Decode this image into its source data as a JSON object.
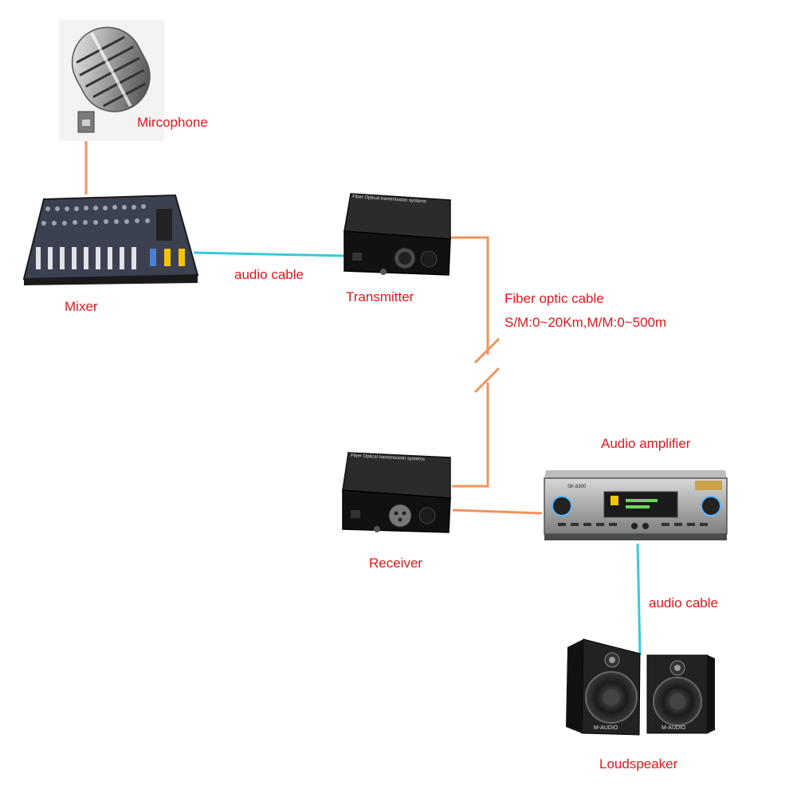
{
  "colors": {
    "label_red": "#e4161b",
    "orange_cable": "#f2935c",
    "cyan_cable": "#33ccdd",
    "text_dark": "#222222"
  },
  "labels": {
    "microphone": "Mircophone",
    "mixer": "Mixer",
    "audio_cable_1": "audio cable",
    "transmitter": "Transmitter",
    "fiber_title": "Fiber optic cable",
    "fiber_spec": "S/M:0~20Km,M/M:0~500m",
    "audio_amplifier": "Audio amplifier",
    "receiver": "Receiver",
    "audio_cable_2": "audio cable",
    "loudspeaker": "Loudspeaker"
  },
  "device_text": {
    "tx_top": "Fiber Optical transmission systems",
    "rx_top": "Fiber Optical transmission systems",
    "amp_model": "SK-8300",
    "speaker_brand": "M-AUDIO"
  }
}
